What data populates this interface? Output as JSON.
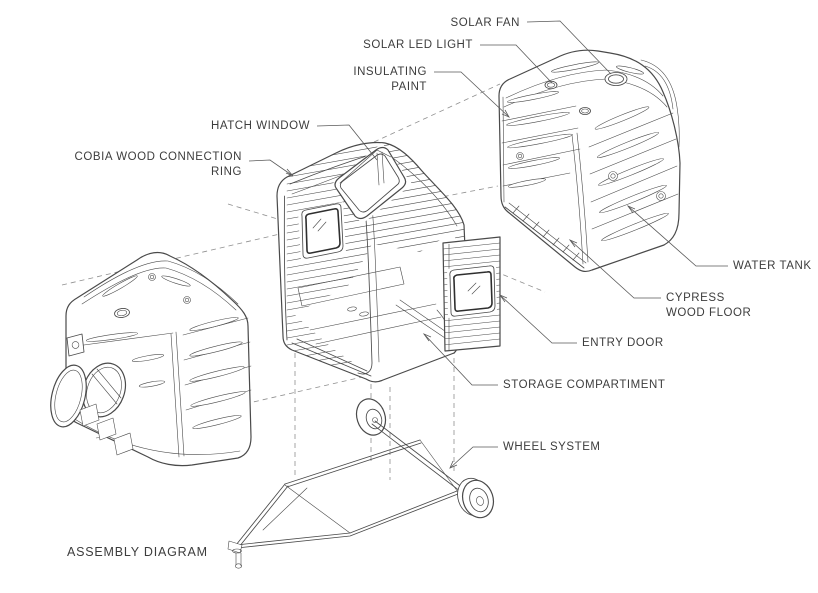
{
  "page": {
    "background": "#ffffff"
  },
  "colors": {
    "line": "#4a4a4a",
    "dashed_line": "#8f8f8f",
    "leader_line": "#5a5a5a",
    "text": "#3d3d3d",
    "glass_frame": "#2f2f2f"
  },
  "diagram": {
    "type": "exploded-assembly-drawing",
    "caption": "ASSEMBLY DIAGRAM",
    "subject": "camper pod trailer",
    "parts": [
      "front shell",
      "cabin ring",
      "entry door",
      "rear shell",
      "wheel system"
    ],
    "labels": [
      {
        "id": "solar-fan",
        "text": "SOLAR FAN"
      },
      {
        "id": "solar-led-light",
        "text": "SOLAR LED LIGHT"
      },
      {
        "id": "insulating-paint",
        "text": "INSULATING\nPAINT"
      },
      {
        "id": "hatch-window",
        "text": "HATCH WINDOW"
      },
      {
        "id": "cobia-wood-connection-ring",
        "text": "COBIA WOOD CONNECTION\nRING"
      },
      {
        "id": "water-tank",
        "text": "WATER TANK"
      },
      {
        "id": "cypress-wood-floor",
        "text": "CYPRESS\nWOOD FLOOR"
      },
      {
        "id": "entry-door",
        "text": "ENTRY DOOR"
      },
      {
        "id": "storage-compartiment",
        "text": "STORAGE COMPARTIMENT"
      },
      {
        "id": "wheel-system",
        "text": "WHEEL SYSTEM"
      }
    ]
  }
}
